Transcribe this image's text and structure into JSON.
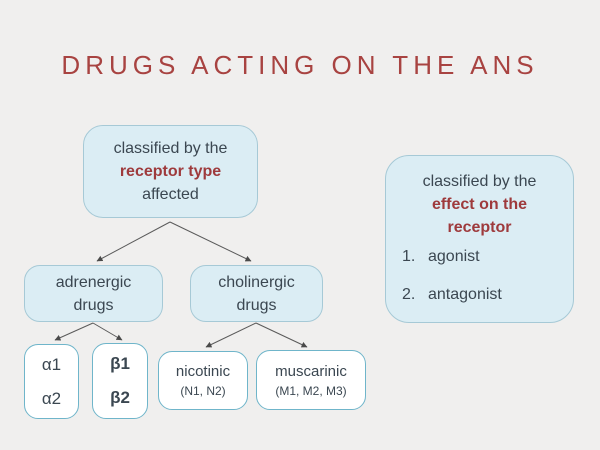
{
  "title": "DRUGS ACTING ON THE ANS",
  "colors": {
    "background": "#f0efee",
    "box_fill": "#dbedf4",
    "box_border": "#a6c9d6",
    "white_box_border": "#6fb5ca",
    "title_red": "#a84341",
    "accent_red": "#9e3a3c",
    "text": "#3b4751",
    "arrow": "#555555"
  },
  "diagram": {
    "root": {
      "line1": "classified by the",
      "line2": "receptor type",
      "line3": "affected"
    },
    "side": {
      "line1": "classified by the",
      "line2": "effect on the",
      "line3": "receptor",
      "items": [
        {
          "num": "1.",
          "label": "agonist"
        },
        {
          "num": "2.",
          "label": "antagonist"
        }
      ]
    },
    "adrenergic": {
      "line1": "adrenergic",
      "line2": "drugs"
    },
    "cholinergic": {
      "line1": "cholinergic",
      "line2": "drugs"
    },
    "alpha": {
      "line1": "α1",
      "line2": "α2"
    },
    "beta": {
      "line1": "β1",
      "line2": "β2"
    },
    "nicotinic": {
      "label": "nicotinic",
      "sub": "(N1, N2)"
    },
    "muscarinic": {
      "label": "muscarinic",
      "sub": "(M1, M2, M3)"
    }
  }
}
